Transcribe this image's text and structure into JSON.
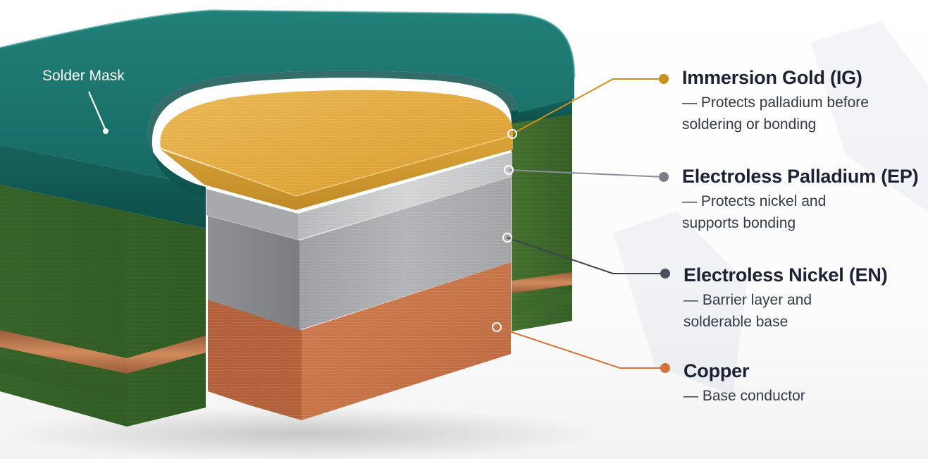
{
  "diagram": {
    "solder_mask_label": "Solder Mask",
    "layers": [
      {
        "id": "gold",
        "title": "Immersion Gold (IG)",
        "desc_lines": [
          "— Protects palladium before",
          "soldering or bonding"
        ],
        "color": "#c9921f"
      },
      {
        "id": "pd",
        "title": "Electroless Palladium (EP)",
        "desc_lines": [
          "— Protects nickel and",
          "supports bonding"
        ],
        "color": "#7d8088"
      },
      {
        "id": "ni",
        "title": "Electroless Nickel (EN)",
        "desc_lines": [
          "— Barrier layer and",
          "solderable base"
        ],
        "color": "#4a5060"
      },
      {
        "id": "cu",
        "title": "Copper",
        "desc_lines": [
          "— Base conductor"
        ],
        "color": "#d4733e"
      }
    ],
    "colors": {
      "solder_mask": "#1b6f6b",
      "laminate": "#3d6b2c",
      "gold": "#e3aa3e",
      "palladium": "#c8c9cc",
      "nickel": "#a9aaad",
      "copper": "#c9744a"
    }
  }
}
